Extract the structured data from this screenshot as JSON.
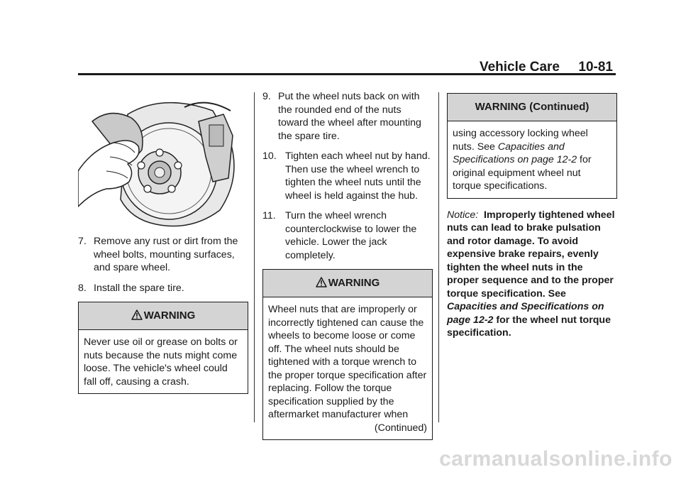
{
  "header": {
    "section": "Vehicle Care",
    "page": "10-81"
  },
  "figure": {
    "icon": "brake-rotor-illustration"
  },
  "steps": [
    {
      "num": "7.",
      "text": "Remove any rust or dirt from the wheel bolts, mounting surfaces, and spare wheel."
    },
    {
      "num": "8.",
      "text": "Install the spare tire."
    },
    {
      "num": "9.",
      "text": "Put the wheel nuts back on with the rounded end of the nuts toward the wheel after mounting the spare tire."
    },
    {
      "num": "10.",
      "text": "Tighten each wheel nut by hand. Then use the wheel wrench to tighten the wheel nuts until the wheel is held against the hub."
    },
    {
      "num": "11.",
      "text": "Turn the wheel wrench counterclockwise to lower the vehicle. Lower the jack completely."
    }
  ],
  "warning1": {
    "title": "WARNING",
    "body": "Never use oil or grease on bolts or nuts because the nuts might come loose. The vehicle's wheel could fall off, causing a crash."
  },
  "warning2": {
    "title": "WARNING",
    "body": "Wheel nuts that are improperly or incorrectly tightened can cause the wheels to become loose or come off. The wheel nuts should be tightened with a torque wrench to the proper torque specification after replacing. Follow the torque specification supplied by the aftermarket manufacturer when",
    "continued": "(Continued)"
  },
  "warning_cont": {
    "title": "WARNING  (Continued)",
    "body_pre": "using accessory locking wheel nuts. See ",
    "link": "Capacities and Specifications on page 12-2",
    "body_post": " for original equipment wheel nut torque specifications."
  },
  "notice": {
    "lead": "Notice:",
    "body_pre": "Improperly tightened wheel nuts can lead to brake pulsation and rotor damage. To avoid expensive brake repairs, evenly tighten the wheel nuts in the proper sequence and to the proper torque specification. See ",
    "link": "Capacities and Specifications on page 12-2",
    "body_post": " for the wheel nut torque specification."
  },
  "watermark": "carmanualsonline.info"
}
